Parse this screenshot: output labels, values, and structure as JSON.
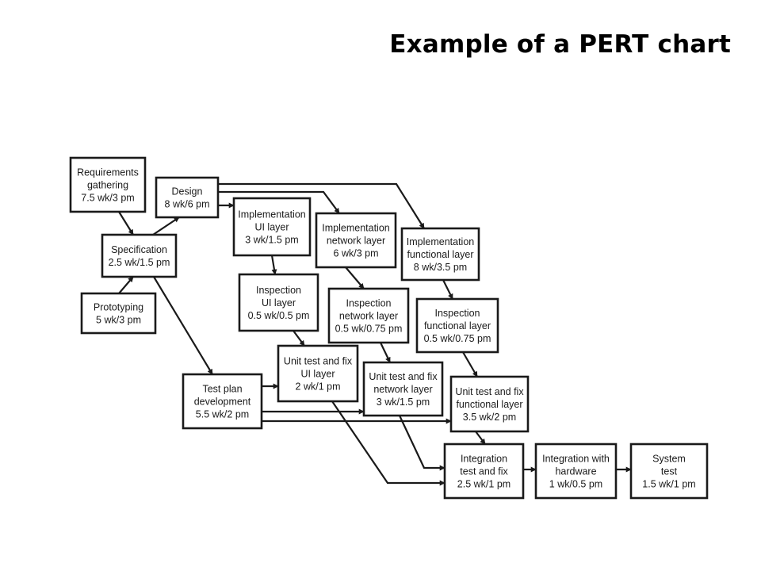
{
  "title": "Example of a PERT chart",
  "diagram": {
    "nodes": [
      {
        "id": "req",
        "lines": [
          "Requirements",
          "gathering",
          "7.5 wk/3 pm"
        ]
      },
      {
        "id": "design",
        "lines": [
          "Design",
          "8 wk/6 pm"
        ]
      },
      {
        "id": "spec",
        "lines": [
          "Specification",
          "2.5 wk/1.5 pm"
        ]
      },
      {
        "id": "proto",
        "lines": [
          "Prototyping",
          "5 wk/3 pm"
        ]
      },
      {
        "id": "impl_ui",
        "lines": [
          "Implementation",
          "UI layer",
          "3 wk/1.5 pm"
        ]
      },
      {
        "id": "impl_net",
        "lines": [
          "Implementation",
          "network layer",
          "6 wk/3 pm"
        ]
      },
      {
        "id": "impl_func",
        "lines": [
          "Implementation",
          "functional layer",
          "8 wk/3.5 pm"
        ]
      },
      {
        "id": "insp_ui",
        "lines": [
          "Inspection",
          "UI layer",
          "0.5 wk/0.5 pm"
        ]
      },
      {
        "id": "insp_net",
        "lines": [
          "Inspection",
          "network layer",
          "0.5 wk/0.75 pm"
        ]
      },
      {
        "id": "insp_func",
        "lines": [
          "Inspection",
          "functional layer",
          "0.5 wk/0.75 pm"
        ]
      },
      {
        "id": "test_plan",
        "lines": [
          "Test plan",
          "development",
          "5.5 wk/2 pm"
        ]
      },
      {
        "id": "unit_ui",
        "lines": [
          "Unit test and fix",
          "UI layer",
          "2 wk/1 pm"
        ]
      },
      {
        "id": "unit_net",
        "lines": [
          "Unit test and fix",
          "network layer",
          "3 wk/1.5 pm"
        ]
      },
      {
        "id": "unit_func",
        "lines": [
          "Unit test and fix",
          "functional layer",
          "3.5 wk/2 pm"
        ]
      },
      {
        "id": "integ",
        "lines": [
          "Integration",
          "test and fix",
          "2.5 wk/1 pm"
        ]
      },
      {
        "id": "integ_hw",
        "lines": [
          "Integration with",
          "hardware",
          "1 wk/0.5 pm"
        ]
      },
      {
        "id": "sys_test",
        "lines": [
          "System",
          "test",
          "1.5 wk/1 pm"
        ]
      }
    ],
    "edges": [
      {
        "from": "req",
        "to": "spec"
      },
      {
        "from": "proto",
        "to": "spec"
      },
      {
        "from": "spec",
        "to": "design"
      },
      {
        "from": "design",
        "to": "impl_ui"
      },
      {
        "from": "design",
        "to": "impl_net"
      },
      {
        "from": "design",
        "to": "impl_func"
      },
      {
        "from": "impl_ui",
        "to": "insp_ui"
      },
      {
        "from": "impl_net",
        "to": "insp_net"
      },
      {
        "from": "impl_func",
        "to": "insp_func"
      },
      {
        "from": "insp_ui",
        "to": "unit_ui"
      },
      {
        "from": "insp_net",
        "to": "unit_net"
      },
      {
        "from": "insp_func",
        "to": "unit_func"
      },
      {
        "from": "spec",
        "to": "test_plan"
      },
      {
        "from": "test_plan",
        "to": "unit_ui"
      },
      {
        "from": "test_plan",
        "to": "unit_net"
      },
      {
        "from": "test_plan",
        "to": "unit_func"
      },
      {
        "from": "unit_ui",
        "to": "integ"
      },
      {
        "from": "unit_net",
        "to": "integ"
      },
      {
        "from": "unit_func",
        "to": "integ"
      },
      {
        "from": "integ",
        "to": "integ_hw"
      },
      {
        "from": "integ_hw",
        "to": "sys_test"
      }
    ]
  }
}
